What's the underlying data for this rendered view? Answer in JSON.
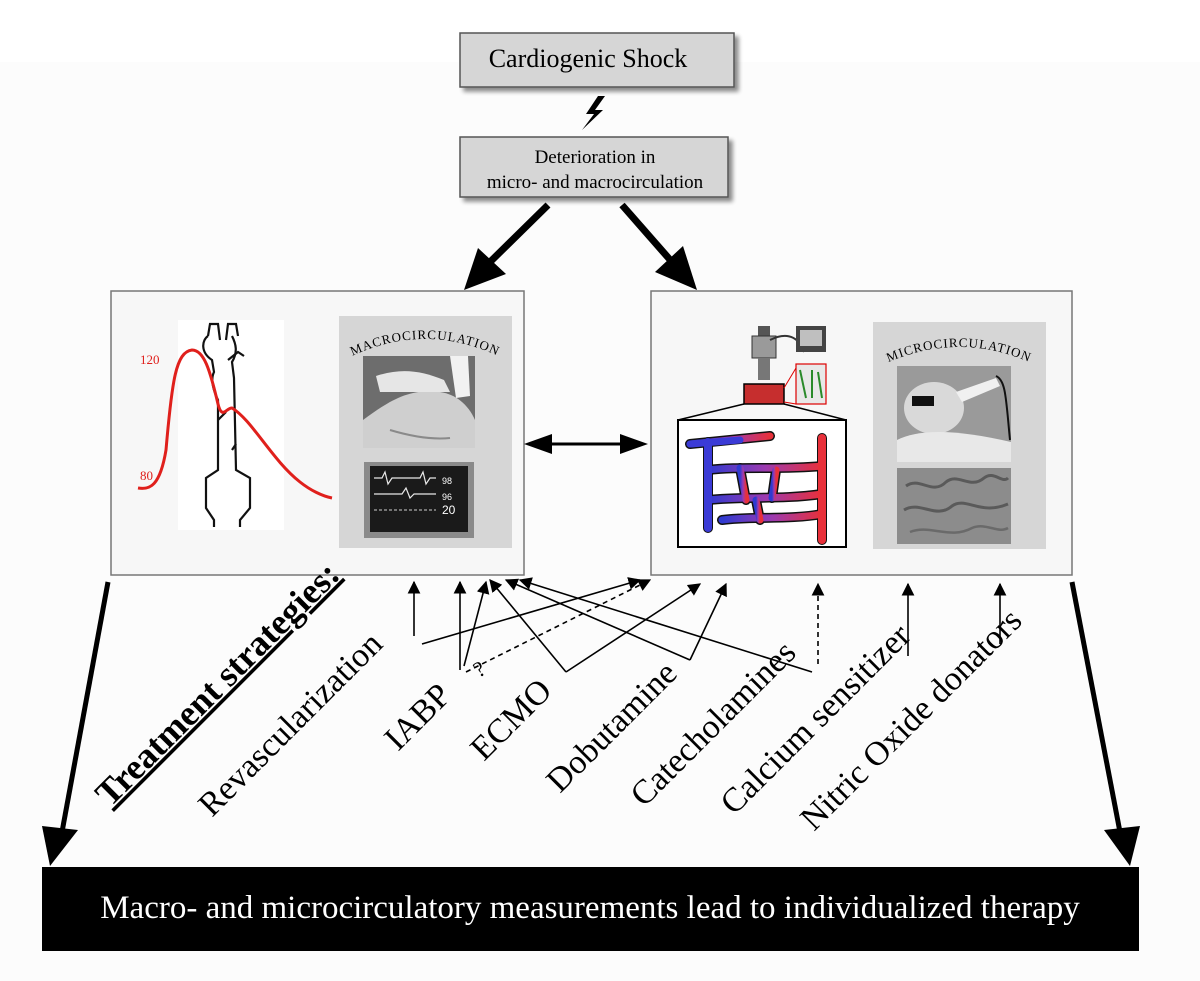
{
  "top_box": {
    "title": "Cardiogenic Shock"
  },
  "mid_box": {
    "line1": "Deterioration in",
    "line2": "micro- and macrocirculation"
  },
  "macro_panel": {
    "title": "MACROCIRCULATION",
    "pressure_high": "120",
    "pressure_low": "80"
  },
  "micro_panel": {
    "title": "MICROCIRCULATION"
  },
  "treatment": {
    "heading": "Treatment strategies:",
    "items": [
      "Revascularization",
      "IABP",
      "ECMO",
      "Dobutamine",
      "Catecholamines",
      "Calcium sensitizer",
      "Nitric Oxide donators"
    ],
    "uncertain_mark": "?"
  },
  "bottom_banner": {
    "text": "Macro- and microcirculatory measurements lead to individualized therapy"
  },
  "colors": {
    "box_fill": "#d6d6d6",
    "red_curve": "#e0201c",
    "banner": "#000000",
    "vessel_blue": "#3b3bd6",
    "vessel_red": "#e0303a"
  }
}
